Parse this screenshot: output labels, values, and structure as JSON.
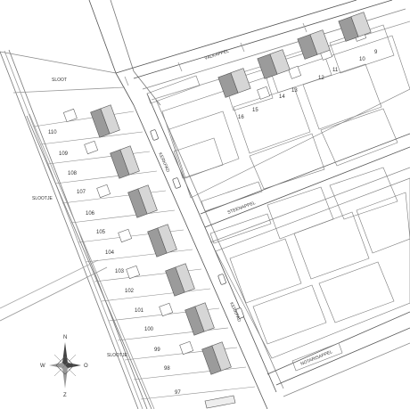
{
  "streets": {
    "valkappel": "VALKAPPEL",
    "steenappel": "STEENAPPEL",
    "notarisappel": "NOTARISAPPEL",
    "kerkpad_a": "KERKPAD",
    "kerkpad_b": "KERKPAD"
  },
  "water": {
    "sloot": "SLOOT",
    "slootje_a": "SLOOTJE",
    "slootje_b": "SLOOTJE"
  },
  "lots_west": [
    "110",
    "109",
    "108",
    "107",
    "106",
    "105",
    "104",
    "103",
    "102",
    "101",
    "100",
    "99",
    "98",
    "97"
  ],
  "lots_north": [
    "16",
    "15",
    "14",
    "13",
    "12",
    "11",
    "10",
    "9"
  ],
  "compass": {
    "n": "N",
    "s": "Z",
    "w": "W",
    "e": "O"
  },
  "colors": {
    "line": "#555555",
    "light": "#9a9a9a",
    "house_dark": "#9b9b9b",
    "house_light": "#d6d6d6"
  }
}
